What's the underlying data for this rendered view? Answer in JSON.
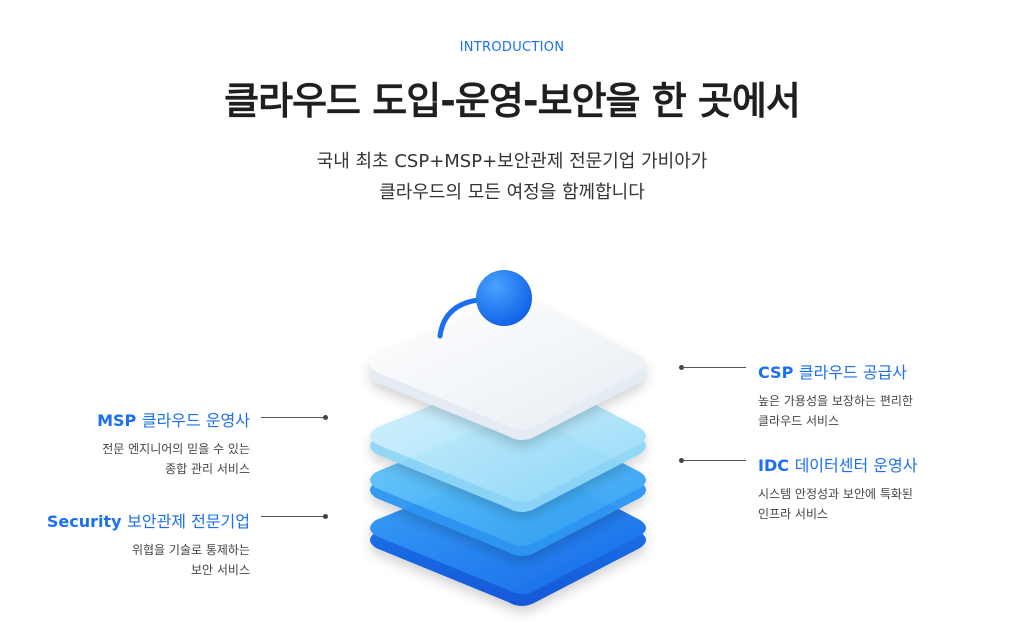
{
  "header": {
    "eyebrow": "INTRODUCTION",
    "title": "클라우드 도입-운영-보안을 한 곳에서",
    "subtitle_line1": "국내 최초 CSP+MSP+보안관제 전문기업 가비아가",
    "subtitle_line2": "클라우드의 모든 여정을 함께합니다"
  },
  "callouts": {
    "msp": {
      "acronym": "MSP",
      "name": "클라우드 운영사",
      "desc1": "전문 엔지니어의 믿을 수 있는",
      "desc2": "종합 관리 서비스"
    },
    "security": {
      "acronym": "Security",
      "name": "보안관제 전문기업",
      "desc1": "위협을 기술로 통제하는",
      "desc2": "보안 서비스"
    },
    "csp": {
      "acronym": "CSP",
      "name": "클라우드 공급사",
      "desc1": "높은 가용성을 보장하는 편리한",
      "desc2": "클라우드 서비스"
    },
    "idc": {
      "acronym": "IDC",
      "name": "데이터센터 운영사",
      "desc1": "시스템 안정성과 보안에 특화된",
      "desc2": "인프라 서비스"
    }
  },
  "colors": {
    "accent": "#1a6ff2",
    "layer_top": "#f3f6fa",
    "layer_light": "#aee6fb",
    "layer_mid": "#44b5f5",
    "layer_deep": "#1f88ef"
  },
  "icons": {
    "hero": "stacked-cloud-layers-icon",
    "orb": "sphere-icon"
  }
}
